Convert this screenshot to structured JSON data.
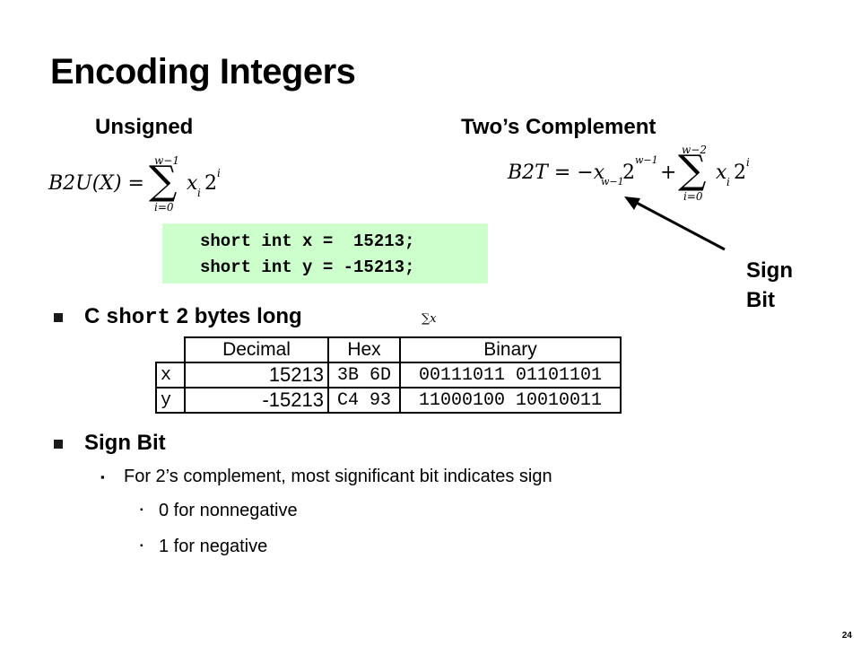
{
  "title": "Encoding Integers",
  "headings": {
    "unsigned": "Unsigned",
    "twos": "Two’s Complement"
  },
  "formulas": {
    "b2u_lhs": "B2U(X) =",
    "b2u_sum_top": "w−1",
    "b2u_sum_bottom": "i=0",
    "b2u_term": "x",
    "b2u_sub": "i",
    "b2u_base": "2",
    "b2u_exp": "i",
    "b2t_lhs": "B2T = −x",
    "b2t_sub1": "w−1",
    "b2t_base": "2",
    "b2t_exp1": "w−1",
    "b2t_plus": "+",
    "b2t_sum_top": "w−2",
    "b2t_sum_bottom": "i=0",
    "b2t_term": "x",
    "b2t_sub": "i",
    "b2t_base2": "2",
    "b2t_exp2": "i",
    "small_sum": "x"
  },
  "code": {
    "line1": "short int x =  15213;",
    "line2": "short int y = -15213;"
  },
  "sign_bit_label": {
    "line1": "Sign",
    "line2": "Bit"
  },
  "bullets": {
    "b1_prefix": "C ",
    "b1_code": "short",
    "b1_suffix": " 2 bytes long",
    "b2": "Sign Bit",
    "b2_sub": "For 2’s complement, most significant bit indicates sign",
    "b2_sub_items": [
      "0 for nonnegative",
      "1 for negative"
    ]
  },
  "table": {
    "headers": [
      "Decimal",
      "Hex",
      "Binary"
    ],
    "rows": [
      {
        "label": "x",
        "decimal": "15213",
        "hex": "3B 6D",
        "binary": "00111011 01101101"
      },
      {
        "label": "y",
        "decimal": "-15213",
        "hex": "C4 93",
        "binary": "11000100 10010011"
      }
    ]
  },
  "slide_number": "24"
}
